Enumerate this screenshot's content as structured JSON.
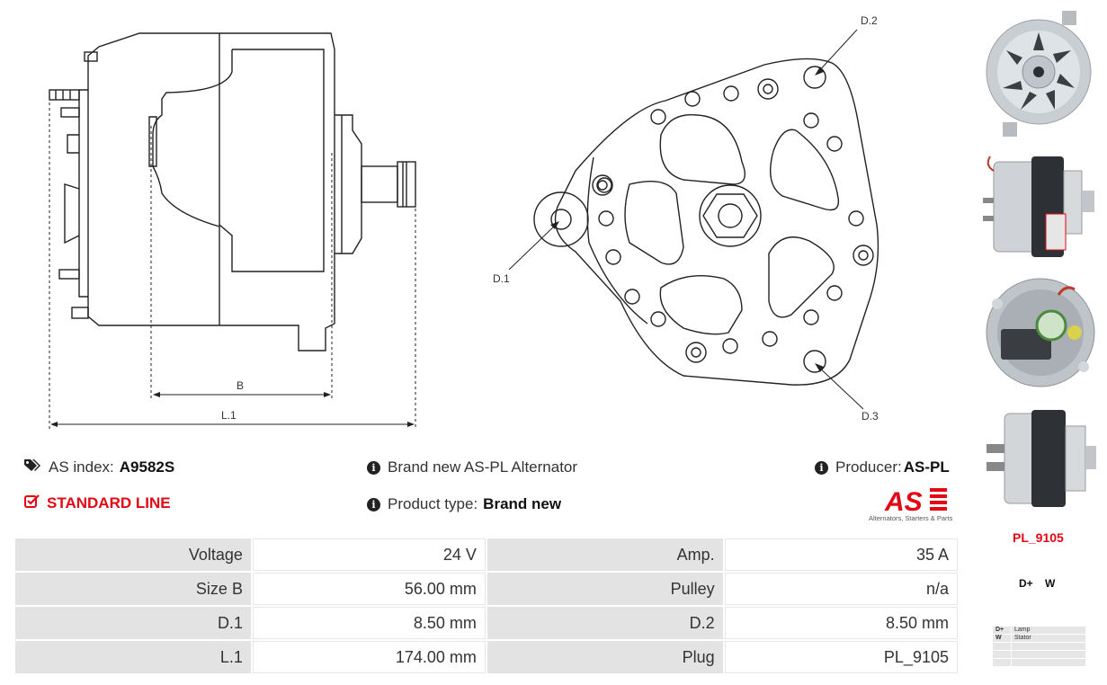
{
  "drawing": {
    "label_b": "B",
    "label_l1": "L.1",
    "label_d1": "D.1",
    "label_d2": "D.2",
    "label_d3": "D.3"
  },
  "info": {
    "as_index_label": "AS index:",
    "as_index_value": "A9582S",
    "line": "STANDARD LINE",
    "description": "Brand new AS-PL Alternator",
    "product_type_label": "Product type:",
    "product_type_value": "Brand new",
    "producer_label": "Producer:",
    "producer_value": "AS-PL"
  },
  "brand": {
    "logo_text": "AS",
    "tagline": "Alternators, Starters & Parts",
    "red": "#e30613"
  },
  "specs": [
    {
      "label": "Voltage",
      "value": "24 V",
      "label2": "Amp.",
      "value2": "35 A"
    },
    {
      "label": "Size B",
      "value": "56.00 mm",
      "label2": "Pulley",
      "value2": "n/a"
    },
    {
      "label": "D.1",
      "value": "8.50 mm",
      "label2": "D.2",
      "value2": "8.50 mm"
    },
    {
      "label": "L.1",
      "value": "174.00 mm",
      "label2": "Plug",
      "value2": "PL_9105"
    }
  ],
  "plug": {
    "id": "PL_9105",
    "terminals": "D+    W",
    "legend": [
      {
        "key": "D+",
        "desc": "Lamp"
      },
      {
        "key": "W",
        "desc": "Stator"
      },
      {
        "key": "",
        "desc": ""
      },
      {
        "key": "",
        "desc": ""
      },
      {
        "key": "",
        "desc": ""
      }
    ]
  },
  "icons": {
    "tag": "tags-icon",
    "check": "checkbox-checked-icon",
    "info": "info-circle-icon"
  }
}
